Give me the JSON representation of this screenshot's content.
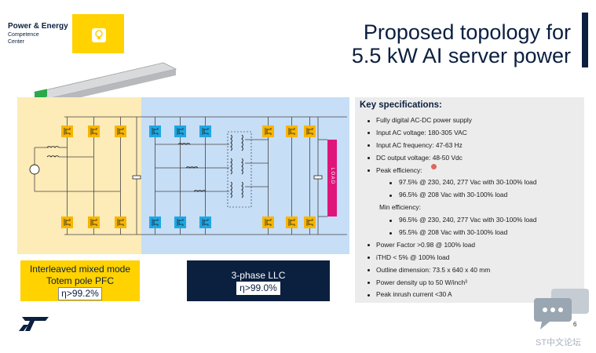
{
  "brand": {
    "title": "Power & Energy",
    "subtitle_line1": "Competence",
    "subtitle_line2": "Center"
  },
  "title": {
    "line1": "Proposed topology for",
    "line2": "5.5 kW AI server power"
  },
  "diagram": {
    "load_label": "L O A D",
    "colors": {
      "pfc_background": "#fdebb8",
      "llc_background": "#c6def6",
      "pfc_switch": "#f7b500",
      "llc_switch": "#1ea7e4",
      "load": "#e0157b",
      "wire": "#444444"
    }
  },
  "pfc": {
    "line1": "Interleaved mixed mode",
    "line2": "Totem pole PFC",
    "efficiency": "η>99.2%"
  },
  "llc": {
    "line1": "3-phase LLC",
    "efficiency": "η>99.0%"
  },
  "specs": {
    "title": "Key specifications:",
    "items": [
      {
        "text": "Fully digital AC-DC power supply",
        "level": 1
      },
      {
        "text": "Input AC voltage: 180-305 VAC",
        "level": 1
      },
      {
        "text": "Input AC frequency: 47-63 Hz",
        "level": 1
      },
      {
        "text": "DC output voltage: 48-50 Vdc",
        "level": 1
      },
      {
        "text": "Peak efficiency:",
        "level": 1
      },
      {
        "text": "97.5% @ 230, 240, 277 Vac with 30-100% load",
        "level": 2
      },
      {
        "text": "96.5% @ 208 Vac with 30-100% load",
        "level": 2
      },
      {
        "text": "Min efficiency:",
        "level": 0
      },
      {
        "text": "96.5% @ 230, 240, 277 Vac with 30-100% load",
        "level": 2
      },
      {
        "text": "95.5% @ 208 Vac with 30-100% load",
        "level": 2
      },
      {
        "text": "Power Factor >0.98 @ 100% load",
        "level": 1
      },
      {
        "text": "iTHD < 5% @ 100% load",
        "level": 1
      },
      {
        "text": "Outline dimension:  73.5 x 640 x 40 mm",
        "level": 1
      },
      {
        "text": "Power density up to 50 W/inch³",
        "level": 1
      },
      {
        "text": "Peak inrush current <30 A",
        "level": 1
      }
    ]
  },
  "footer": {
    "page_number": "6",
    "forum_text": "ST中文论坛"
  },
  "colors": {
    "navy": "#0b1f3f",
    "yellow": "#ffd200",
    "spec_background": "#ececec"
  }
}
